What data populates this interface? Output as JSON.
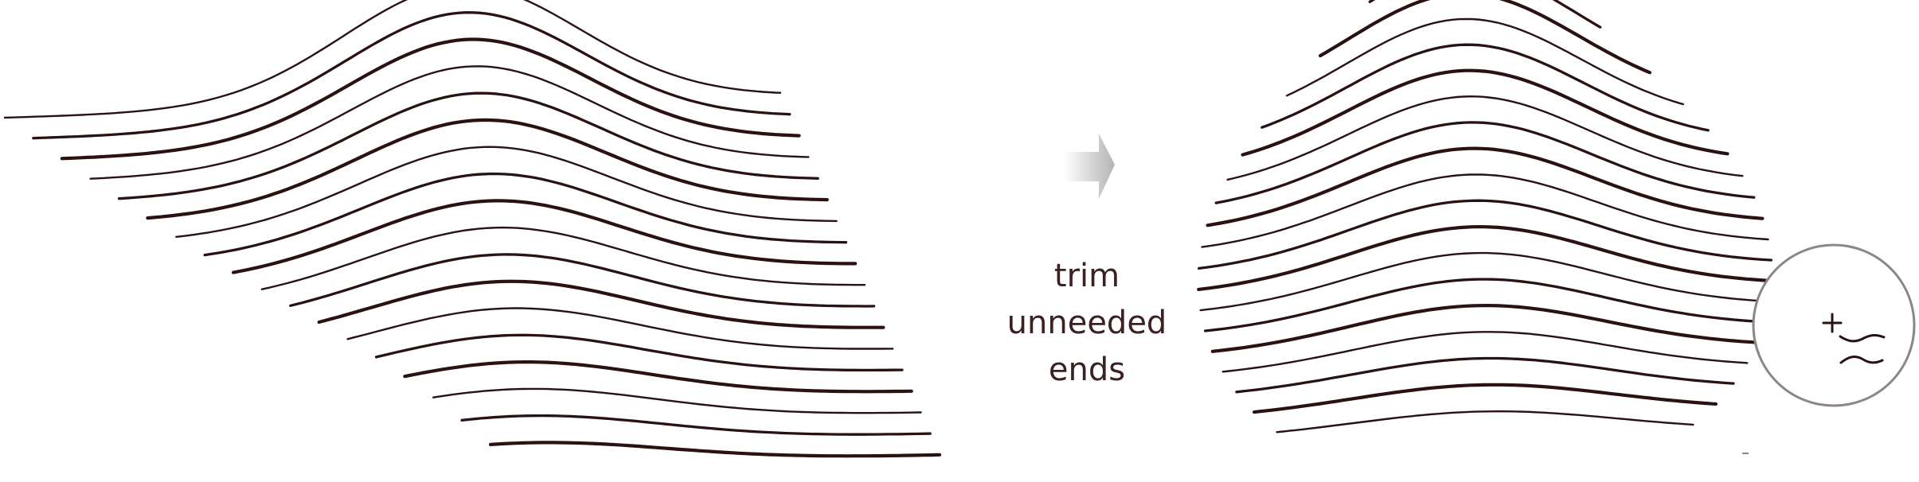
{
  "caption": {
    "line1": "trim",
    "line2": "unneeded",
    "line3": "ends"
  },
  "icons": {
    "process_arrow": "arrow-right-icon",
    "cursor": "crosshair-cursor-icon"
  },
  "colors": {
    "stroke": "#2a1212",
    "arrow_gradient_start": "#ffffff",
    "arrow_gradient_end": "#b6b6b6",
    "zoom_border": "#8e8686",
    "text": "#3a2222"
  },
  "panels": {
    "before": "untrimmed-hatching",
    "after": "trimmed-hatching"
  }
}
